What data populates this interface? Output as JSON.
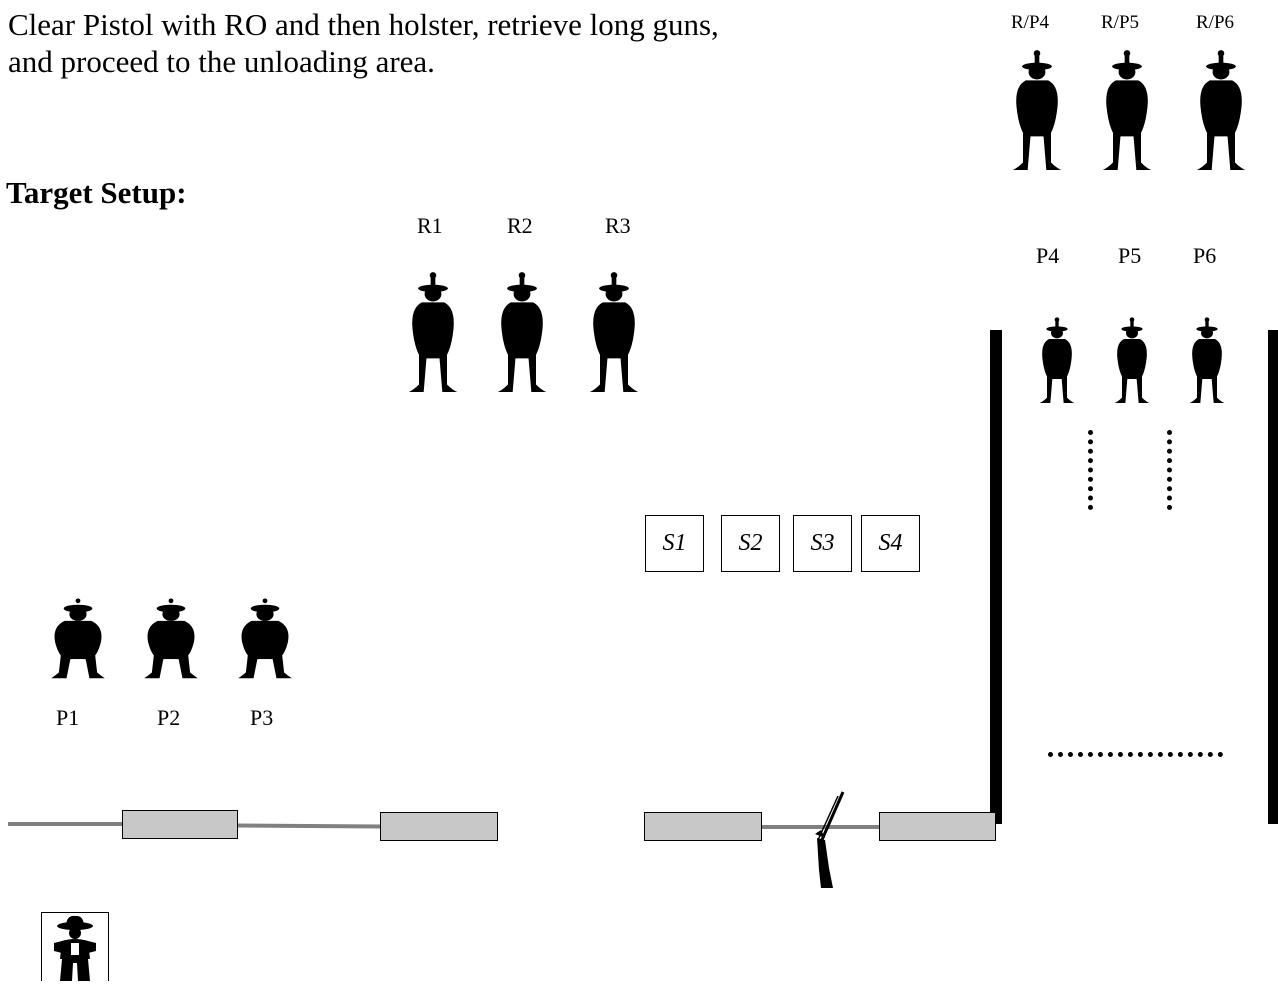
{
  "instructions": {
    "line1": "Clear Pistol with RO and then holster, retrieve long guns,",
    "line2": "and proceed to the unloading area."
  },
  "heading": "Target Setup:",
  "rifle_targets": [
    "R1",
    "R2",
    "R3"
  ],
  "pistol_targets_left": [
    "P1",
    "P2",
    "P3"
  ],
  "pistol_targets_right": [
    "P4",
    "P5",
    "P6"
  ],
  "rifle_pistol_targets": [
    "R/P4",
    "R/P5",
    "R/P6"
  ],
  "shotgun_targets": [
    "S1",
    "S2",
    "S3",
    "S4"
  ],
  "icons": {
    "target": "silhouette-target-icon",
    "shooter": "cowboy-shooter-icon",
    "long_gun": "long-gun-icon"
  },
  "colors": {
    "target": "#000000",
    "table_fill": "#c8c8c8",
    "rail": "#808080"
  }
}
